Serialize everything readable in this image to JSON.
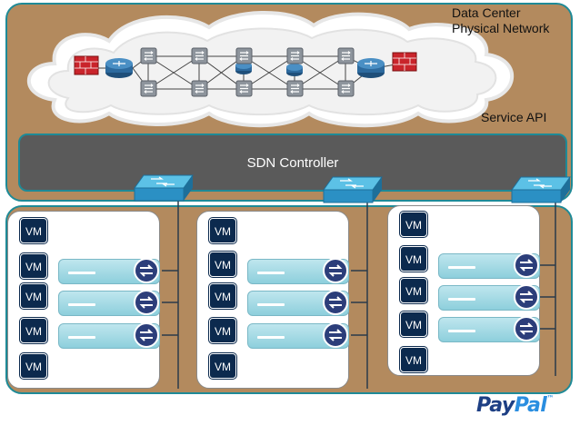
{
  "physical": {
    "title_line1": "Data Center",
    "title_line2": "Physical Network",
    "api_label": "Service API"
  },
  "controller": {
    "label": "SDN Controller"
  },
  "hosts": [
    {
      "vms": [
        "VM",
        "VM",
        "VM",
        "VM",
        "VM"
      ]
    },
    {
      "vms": [
        "VM",
        "VM",
        "VM",
        "VM",
        "VM"
      ]
    },
    {
      "vms": [
        "VM",
        "VM",
        "VM",
        "VM",
        "VM"
      ]
    }
  ],
  "brand": {
    "part1": "Pay",
    "part2": "Pal",
    "mark": "™"
  },
  "icons": [
    "firewall-icon",
    "router-icon",
    "switch-icon",
    "vswitch-icon"
  ],
  "colors": {
    "panel": "#b38a5e",
    "border": "#1e8a97",
    "controller": "#5a5a5a",
    "vm": "#0c2a4e"
  }
}
